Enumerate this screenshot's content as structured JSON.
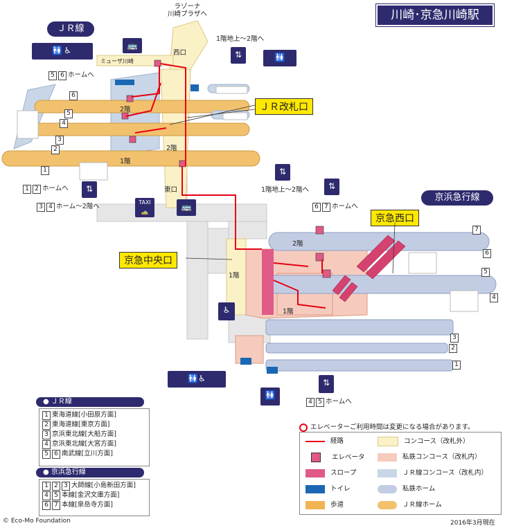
{
  "title": "川崎･京急川崎駅",
  "lines": {
    "jr": "ＪＲ線",
    "keikyu": "京浜急行線"
  },
  "places": {
    "lazona": "ラゾーナ\n川崎プラザへ",
    "west_exit": "西口",
    "muza": "ミューザ川崎",
    "east_exit": "東口",
    "fl2_jr": "2階",
    "fl2_conc": "2階",
    "fl1_jr": "1階",
    "fl2_keikyu": "2階",
    "fl1_keikyu_a": "1階",
    "fl1_keikyu_b": "1階"
  },
  "directions": {
    "to_1f_2f_top": "1階地上～2階へ",
    "home56": "ホームへ",
    "home12": "ホームへ",
    "home34": "ホーム～2階へ",
    "to_1f_2f_mid": "1階地上～2階へ",
    "home67": "ホームへ",
    "home45": "ホームへ"
  },
  "callouts": {
    "jr_gate": "ＪＲ改札口",
    "keikyu_west": "京急西口",
    "keikyu_central": "京急中央口"
  },
  "platform_numbers": {
    "jr": [
      "1",
      "2",
      "3",
      "4",
      "5",
      "6"
    ],
    "keikyu": [
      "1",
      "2",
      "3",
      "4",
      "5",
      "6",
      "7"
    ]
  },
  "icons": {
    "toilet": "toilet-icon",
    "elevator": "elevator-icon",
    "bus": "bus-icon",
    "taxi_label": "TAXI",
    "wheelchair": "wheelchair-icon"
  },
  "note": "エレベーターご利用時間は変更になる場合があります。",
  "legend_left": {
    "jr_title": "ＪＲ線",
    "jr_items": [
      {
        "nums": [
          "1"
        ],
        "text": "東海道線[小田原方面]"
      },
      {
        "nums": [
          "2"
        ],
        "text": "東海道線[東京方面]"
      },
      {
        "nums": [
          "3"
        ],
        "text": "京浜東北線[大船方面]"
      },
      {
        "nums": [
          "4"
        ],
        "text": "京浜東北線[大宮方面]"
      },
      {
        "nums": [
          "5",
          "6"
        ],
        "text": "南武線[立川方面]"
      }
    ],
    "keikyu_title": "京浜急行線",
    "keikyu_items": [
      {
        "nums": [
          "1",
          "2",
          "3"
        ],
        "text": "大師線[小島新田方面]"
      },
      {
        "nums": [
          "4",
          "5"
        ],
        "text": "本線[金沢文庫方面]"
      },
      {
        "nums": [
          "6",
          "7"
        ],
        "text": "本線[泉岳寺方面]"
      }
    ]
  },
  "legend_right": [
    {
      "label": "経路",
      "key": "route"
    },
    {
      "label": "コンコース（改札外）",
      "key": "concourse_out"
    },
    {
      "label": "エレベータ",
      "key": "elevator"
    },
    {
      "label": "私鉄コンコース（改札内）",
      "key": "private_concourse"
    },
    {
      "label": "スロープ",
      "key": "slope"
    },
    {
      "label": "ＪＲ線コンコース（改札内）",
      "key": "jr_concourse"
    },
    {
      "label": "トイレ",
      "key": "toilet"
    },
    {
      "label": "私鉄ホーム",
      "key": "private_platform"
    },
    {
      "label": "歩道",
      "key": "sidewalk"
    },
    {
      "label": "ＪＲ線ホーム",
      "key": "jr_platform"
    }
  ],
  "colors": {
    "navy": "#2e2a6e",
    "route": "#e60012",
    "concourse_out": "#fbf1c7",
    "private_concourse": "#f6cbbd",
    "jr_concourse": "#c9d6e8",
    "private_platform": "#c2cde4",
    "jr_platform": "#f2c16e",
    "slope": "#e05a86",
    "toilet": "#1a68b3",
    "sidewalk": "#f2b352"
  },
  "footer": {
    "credit": "© Eco-Mo Foundation",
    "date": "2016年3月現在"
  }
}
